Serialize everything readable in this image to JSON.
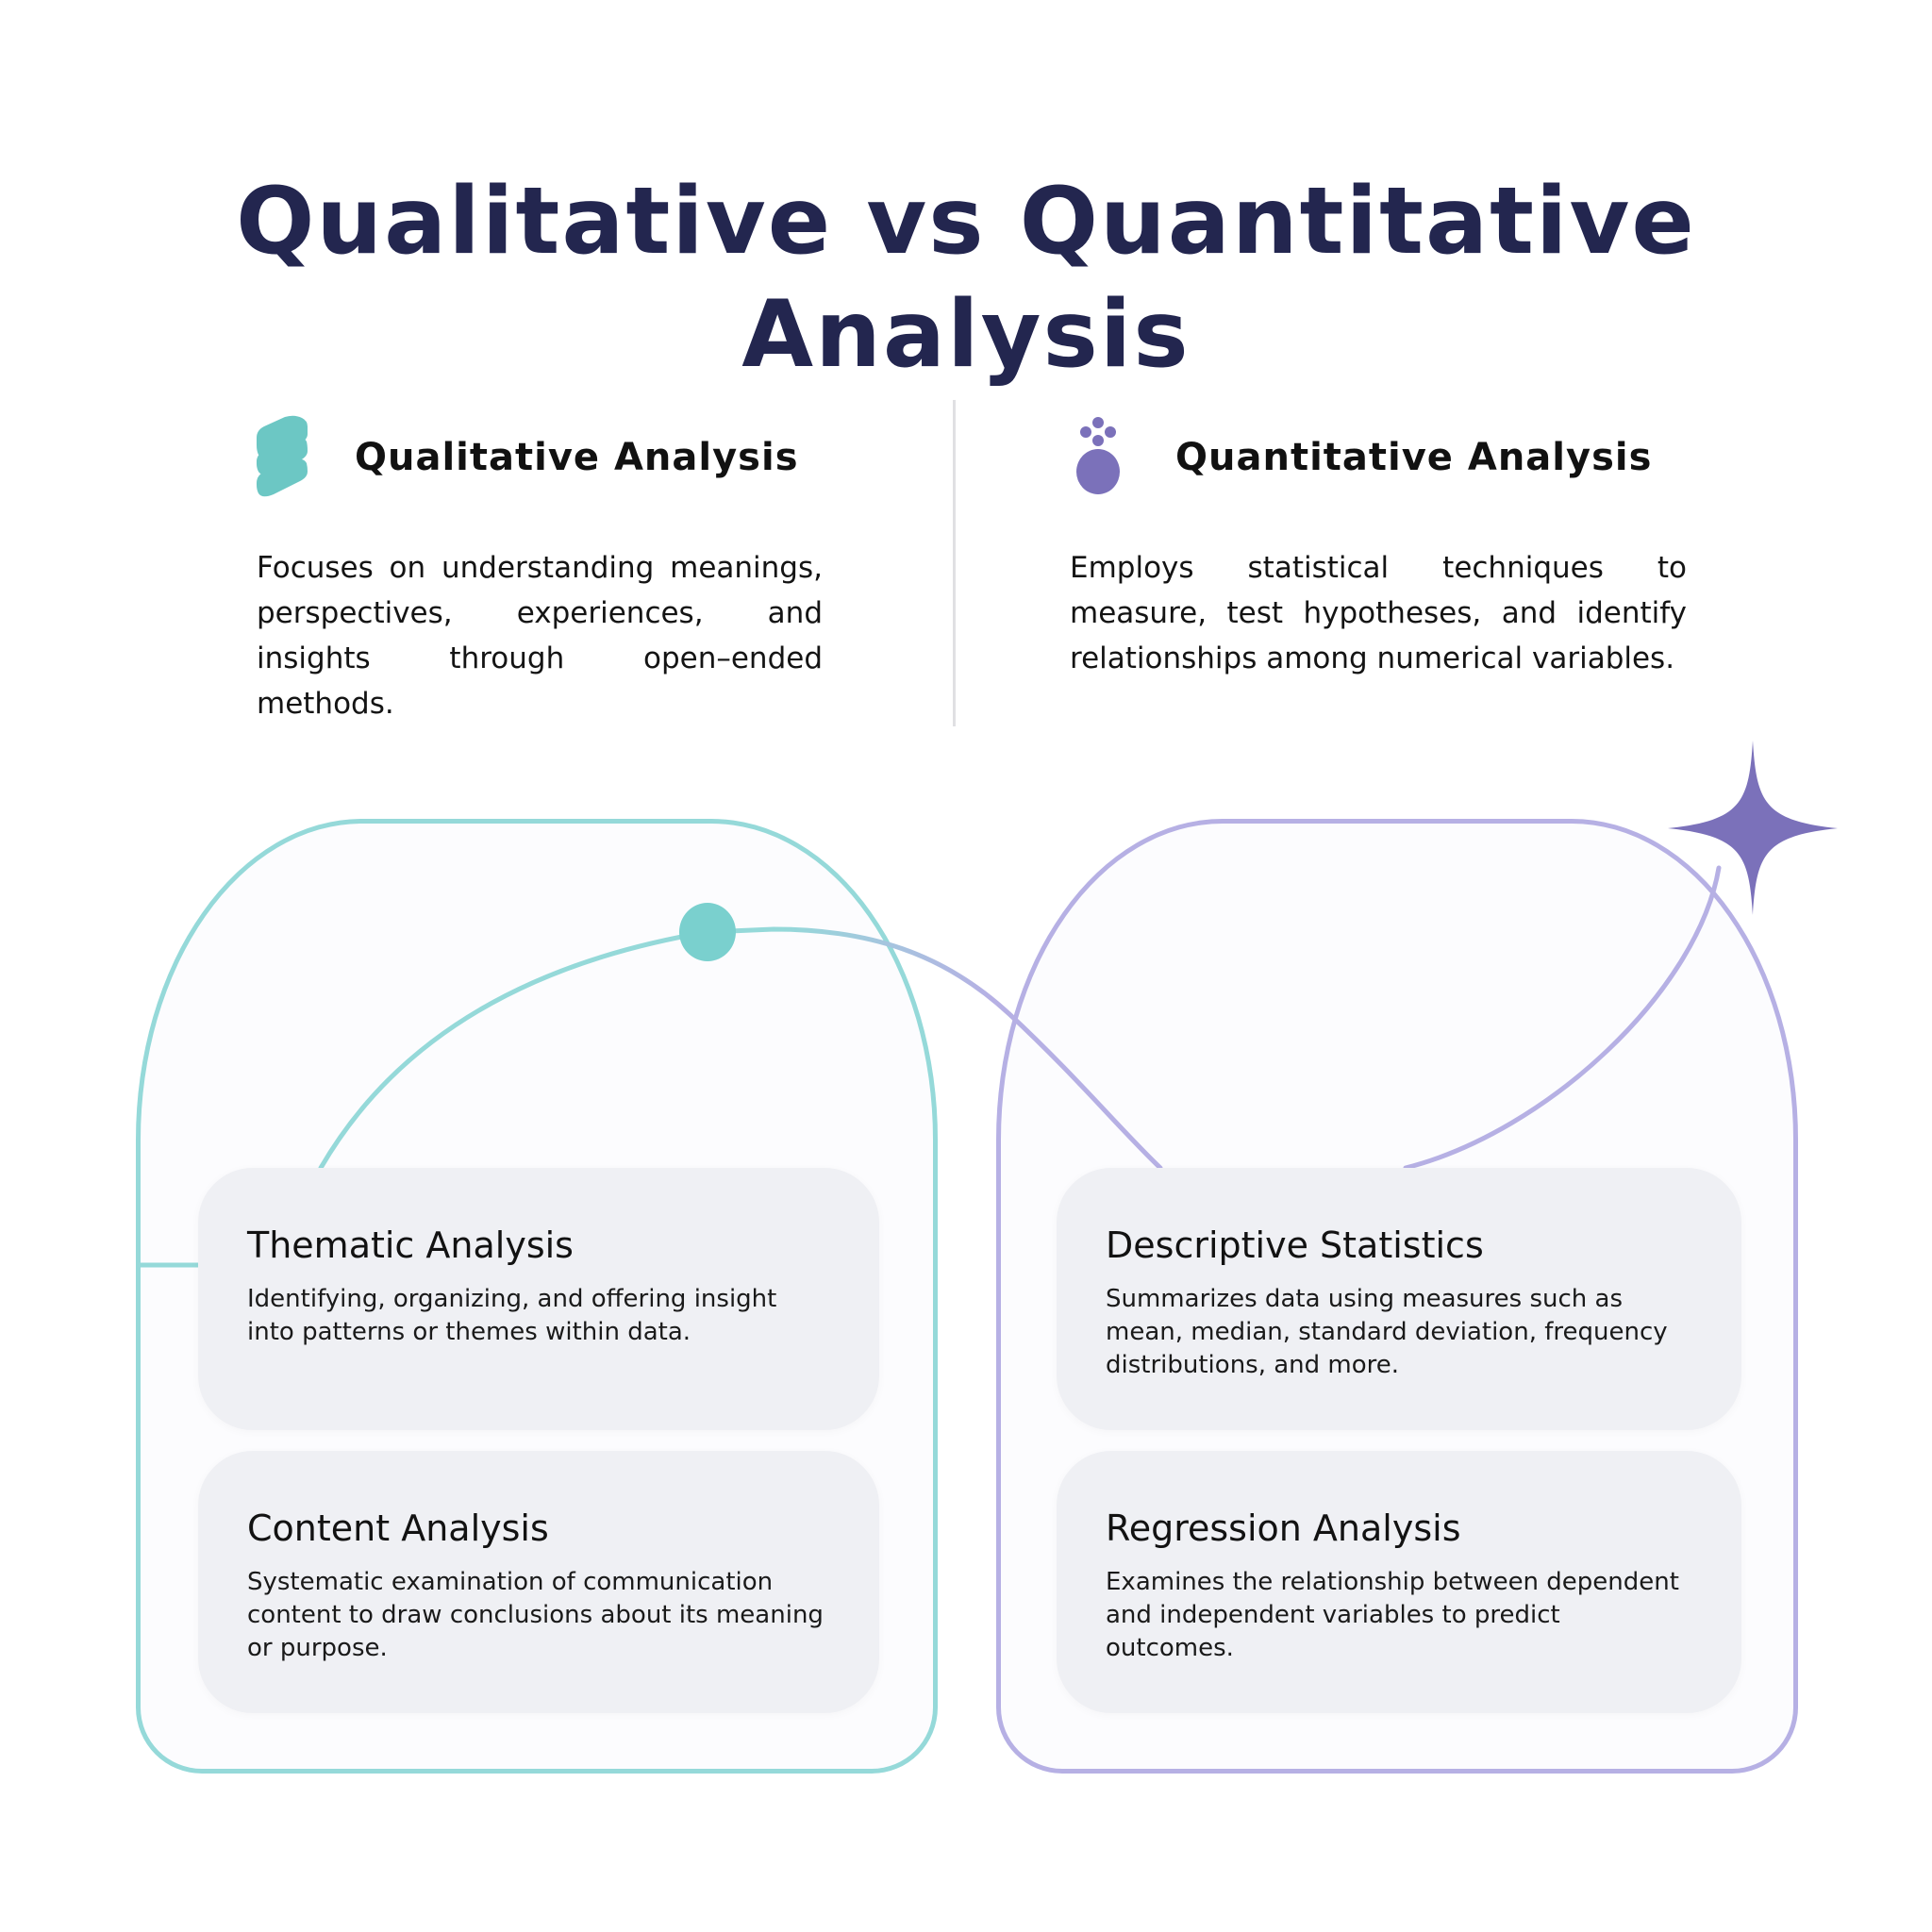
{
  "title": "Qualitative vs Quantitative Analysis",
  "colors": {
    "title": "#23264f",
    "qualitative_accent": "#6cc7c4",
    "quantitative_accent": "#7b71ba",
    "qualitative_frame": "#95d9d9",
    "quantitative_frame": "#b6b0e4",
    "card_bg": "#eff0f4"
  },
  "columns": [
    {
      "icon": "stacked-layers-icon",
      "heading": "Qualitative Analysis",
      "description": "Focuses on understanding meanings, perspectives, experiences, and insights through open–ended methods.",
      "methods": [
        {
          "title": "Thematic Analysis",
          "description": "Identifying, organizing, and offering insight into patterns or themes within data."
        },
        {
          "title": "Content Analysis",
          "description": "Systematic examination of communication content to draw conclusions about its meaning or purpose."
        }
      ]
    },
    {
      "icon": "dots-cluster-icon",
      "heading": "Quantitative Analysis",
      "description": "Employs statistical techniques to measure, test hypotheses, and identify relationships among numerical variables.",
      "methods": [
        {
          "title": "Descriptive Statistics",
          "description": "Summarizes data using measures such as mean, median, standard deviation, frequency distributions, and more."
        },
        {
          "title": "Regression Analysis",
          "description": "Examines the relationship between dependent and independent variables to predict outcomes."
        }
      ]
    }
  ],
  "decorations": {
    "connector_dot": "teal-node-dot",
    "sparkle": "four-point-sparkle"
  }
}
